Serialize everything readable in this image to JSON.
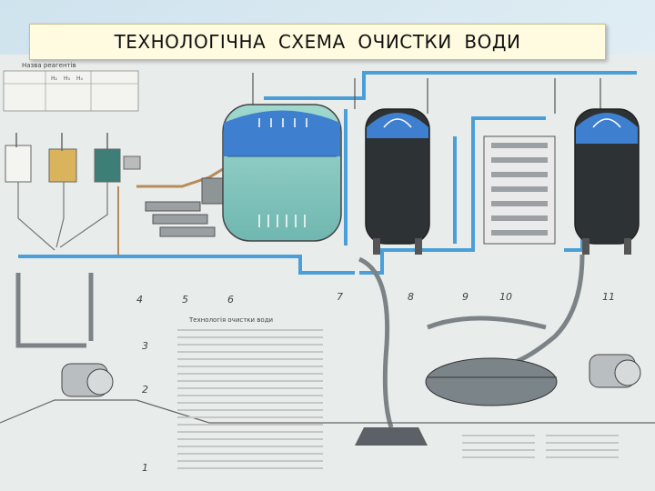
{
  "title": "ТЕХНОЛОГІЧНА  СХЕМА  ОЧИСТКИ  ВОДИ",
  "diagram": {
    "numbers": [
      "1",
      "2",
      "3",
      "4",
      "5",
      "6",
      "7",
      "8",
      "9",
      "10",
      "11"
    ],
    "table_heading": "Назва реагентів",
    "reagent_labels": [
      "Н₂",
      "Н₃",
      "Н₄"
    ],
    "section_heading": "Технологія очистки води",
    "colors": {
      "water": "#3f7fd0",
      "filter_media": "#2d3234",
      "pipe": "#4a9fd8",
      "frame": "#3a4a4e"
    }
  }
}
